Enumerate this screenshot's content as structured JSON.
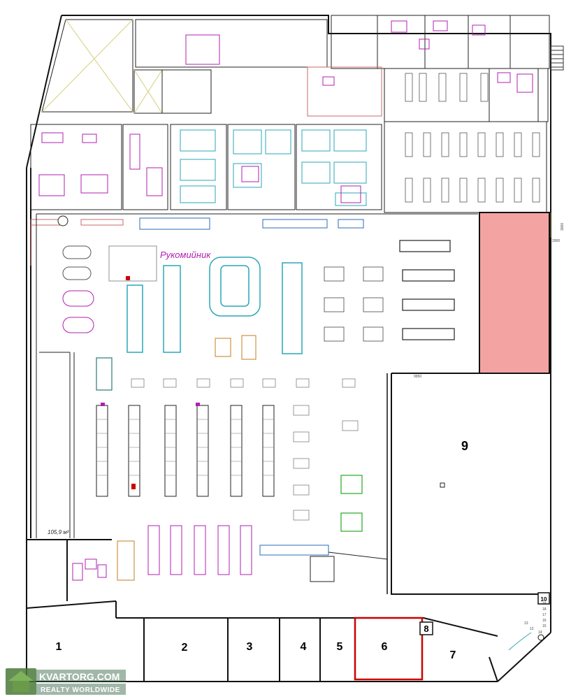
{
  "labels": {
    "handwash": "Рукомийник",
    "area": "105,9 м²",
    "top_dim_1": "3000",
    "top_dim_2": "2000",
    "pink_dim": "9950"
  },
  "units": [
    {
      "id": "1",
      "label": "1"
    },
    {
      "id": "2",
      "label": "2"
    },
    {
      "id": "3",
      "label": "3"
    },
    {
      "id": "4",
      "label": "4"
    },
    {
      "id": "5",
      "label": "5"
    },
    {
      "id": "6",
      "label": "6"
    },
    {
      "id": "7",
      "label": "7"
    },
    {
      "id": "8",
      "label": "8"
    },
    {
      "id": "9",
      "label": "9"
    },
    {
      "id": "10",
      "label": "10"
    },
    {
      "id": "12",
      "label": "12"
    },
    {
      "id": "13",
      "label": "13"
    },
    {
      "id": "14",
      "label": "14"
    },
    {
      "id": "15",
      "label": "15"
    },
    {
      "id": "16",
      "label": "16"
    },
    {
      "id": "17",
      "label": "17"
    },
    {
      "id": "18",
      "label": "18"
    },
    {
      "id": "19",
      "label": "19"
    }
  ],
  "watermark": {
    "brand": "KVARTORG.COM",
    "tagline": "REALTY WORLDWIDE"
  },
  "colors": {
    "walls": "#111111",
    "highlight_room": "#f4a3a3",
    "highlight_border": "#cc0000",
    "fixtures": "#b01fb0",
    "fixtures_cyan": "#2aa7b8",
    "green_pallets": "#22aa22"
  }
}
